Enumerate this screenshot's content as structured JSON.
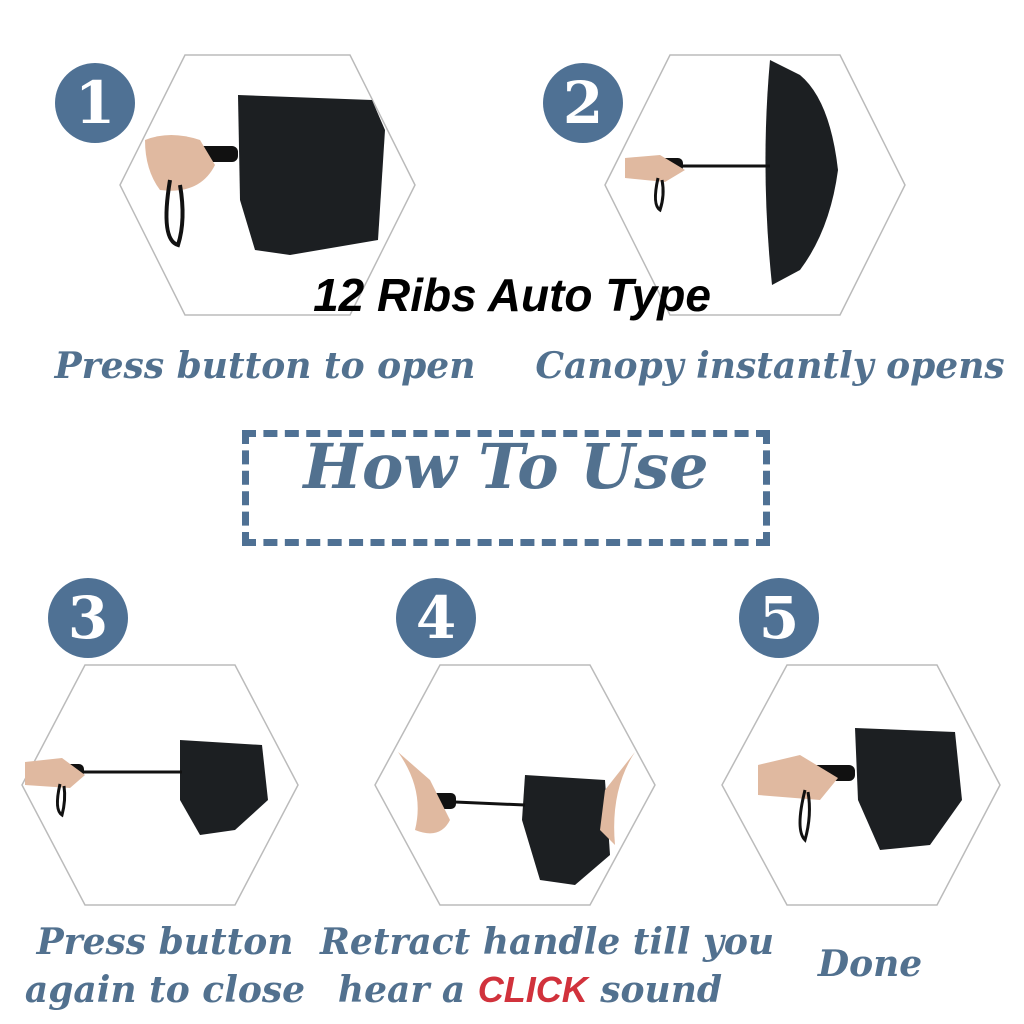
{
  "title": "12 Ribs Auto Type",
  "heading": "How To Use",
  "colors": {
    "accent": "#4f7194",
    "caption": "#52718f",
    "highlight": "#d1323c"
  },
  "steps": [
    {
      "number": "1",
      "caption": "Press button to open"
    },
    {
      "number": "2",
      "caption": "Canopy instantly opens"
    },
    {
      "number": "3",
      "caption_line1": "Press button",
      "caption_line2": "again to close"
    },
    {
      "number": "4",
      "caption_line1": "Retract handle till you",
      "caption_line2_pre": "hear a",
      "caption_line2_highlight": "CLICK",
      "caption_line2_post": "sound"
    },
    {
      "number": "5",
      "caption": "Done"
    }
  ]
}
